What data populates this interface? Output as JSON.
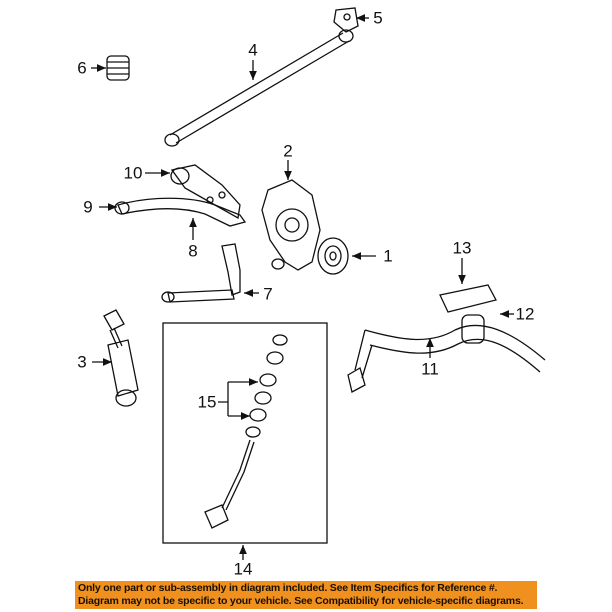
{
  "diagram": {
    "callouts": [
      "1",
      "2",
      "3",
      "4",
      "5",
      "6",
      "7",
      "8",
      "9",
      "10",
      "11",
      "12",
      "13",
      "14",
      "15"
    ],
    "stroke_color": "#111111"
  },
  "banner": {
    "line1": "Only one part or sub-assembly in diagram included. See Item Specifics for Reference #.",
    "line2": "Diagram may not be specific to your vehicle. See Compatibility for vehicle-specific diagrams.",
    "color": "#f0901e"
  }
}
